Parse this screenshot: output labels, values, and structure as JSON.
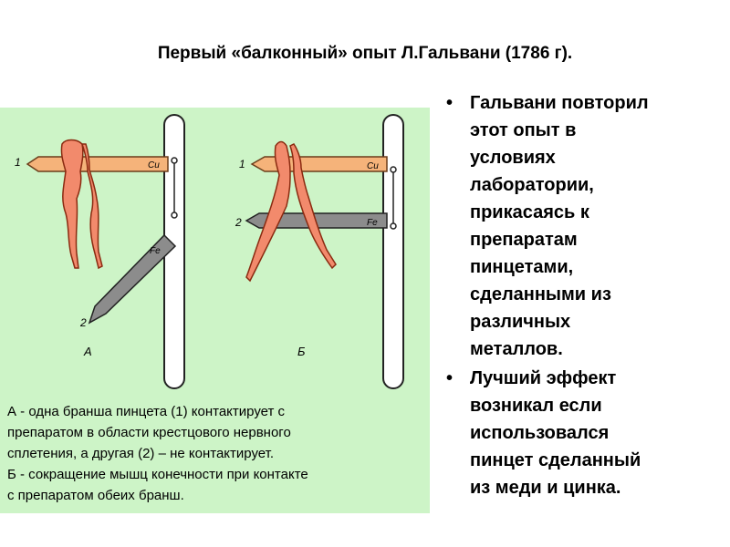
{
  "title": "Первый «балконный» опыт Л.Гальвани (1786 г).",
  "figure": {
    "panel_a_letter": "А",
    "panel_b_letter": "Б",
    "label_1": "1",
    "label_2": "2",
    "metal_cu": "Cu",
    "metal_fe": "Fe",
    "background_color": "#cdf4c7",
    "copper_color": "#f5b37a",
    "iron_color": "#8c8c8c",
    "frog_color": "#f28a6c"
  },
  "caption": {
    "lines": [
      "А - одна бранша пинцета (1) контактирует с",
      "препаратом в области крестцового нервного",
      "сплетения, а другая (2) – не контактирует.",
      "Б - сокращение мышц конечности при контакте",
      " с препаратом обеих бранш."
    ]
  },
  "bullets": [
    {
      "lines": [
        "Гальвани повторил",
        "этот опыт в",
        "условиях",
        "лаборатории,",
        "прикасаясь к",
        "препаратам",
        "пинцетами,",
        "сделанными из",
        "различных",
        "металлов."
      ]
    },
    {
      "lines": [
        "Лучший эффект",
        "возникал если",
        "использовался",
        "пинцет сделанный",
        "из меди и цинка."
      ]
    }
  ]
}
